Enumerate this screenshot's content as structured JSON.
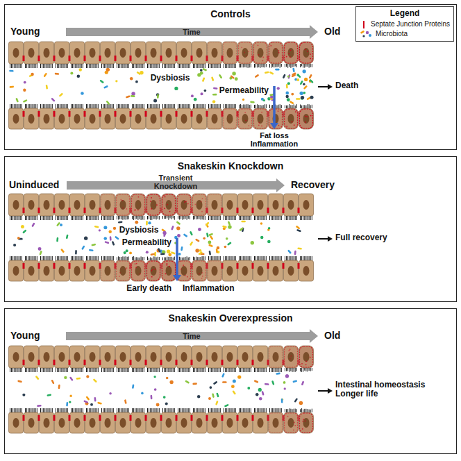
{
  "diagram": {
    "nodes": [
      {
        "text": [
          "Controls"
        ]
      },
      {
        "text": [
          "Snakeskin Knockdown"
        ]
      },
      {
        "text": [
          "Snakeskin Overexpression"
        ]
      }
    ],
    "labels": [
      "Young",
      "Time",
      "Old",
      "Legend",
      "Dysbiosis",
      "Permeability",
      "Death",
      "Fat loss Inflammation",
      "Uninduced",
      "Transient Knockdown",
      "Recovery",
      "Dysbiosis",
      "Permeability",
      "Full recovery",
      "Early death",
      "Inflammation",
      "Young",
      "Time",
      "Old",
      "Intestinal homeostasis Longer life"
    ],
    "legend": [
      {
        "text": "Septate Junction Proteins",
        "color": "#d0021b"
      },
      {
        "text": "Microbiota"
      }
    ]
  }
}
